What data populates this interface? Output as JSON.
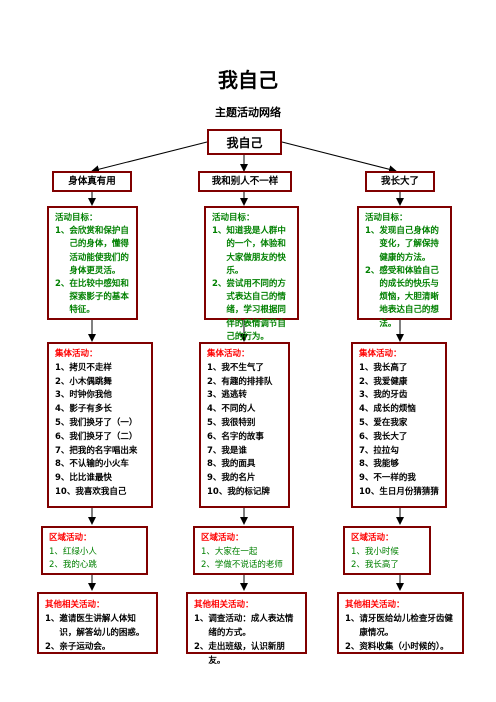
{
  "title": "我自己",
  "subtitle": "主题活动网络",
  "root": "我自己",
  "branches": [
    {
      "name": "身体真有用",
      "goals_heading": "活动目标：",
      "goals": [
        {
          "n": "1、",
          "t": "会欣赏和保护自己的身体，懂得活动能使我们的身体更灵活。"
        },
        {
          "n": "2、",
          "t": "在比较中感知和探索影子的基本特征。"
        }
      ],
      "group_heading": "集体活动：",
      "group": [
        {
          "n": "1、",
          "t": "拷贝不走样"
        },
        {
          "n": "2、",
          "t": "小木偶跳舞"
        },
        {
          "n": "3、",
          "t": "时钟你我他"
        },
        {
          "n": "4、",
          "t": "影子有多长"
        },
        {
          "n": "5、",
          "t": "我们换牙了（一）"
        },
        {
          "n": "6、",
          "t": "我们换牙了（二）"
        },
        {
          "n": "7、",
          "t": "把我的名字唱出来"
        },
        {
          "n": "8、",
          "t": "不认输的小火车"
        },
        {
          "n": "9、",
          "t": "比比谁最快"
        },
        {
          "n": "10、",
          "t": "我喜欢我自己"
        }
      ],
      "area_heading": "区域活动：",
      "area": [
        {
          "n": "1、",
          "t": "红绿小人"
        },
        {
          "n": "2、",
          "t": "我的心跳"
        }
      ],
      "other_heading": "其他相关活动：",
      "other": [
        {
          "n": "1、",
          "t": "邀请医生讲解人体知识，解答幼儿的困惑。"
        },
        {
          "n": "2、",
          "t": "亲子运动会。"
        }
      ]
    },
    {
      "name": "我和别人不一样",
      "goals_heading": "活动目标：",
      "goals": [
        {
          "n": "1、",
          "t": "知道我是人群中的一个，体验和大家做朋友的快乐。"
        },
        {
          "n": "2、",
          "t": "尝试用不同的方式表达自己的情绪，学习根据同伴的表情调节自己的行为。"
        }
      ],
      "group_heading": "集体活动：",
      "group": [
        {
          "n": "1、",
          "t": "我不生气了"
        },
        {
          "n": "2、",
          "t": "有趣的排排队"
        },
        {
          "n": "3、",
          "t": "逃逃转"
        },
        {
          "n": "4、",
          "t": "不同的人"
        },
        {
          "n": "5、",
          "t": "我很特别"
        },
        {
          "n": "6、",
          "t": "名字的故事"
        },
        {
          "n": "7、",
          "t": "我是谁"
        },
        {
          "n": "8、",
          "t": "我的面具"
        },
        {
          "n": "9、",
          "t": "我的名片"
        },
        {
          "n": "10、",
          "t": "我的标记牌"
        }
      ],
      "area_heading": "区域活动：",
      "area": [
        {
          "n": "1、",
          "t": "大家在一起"
        },
        {
          "n": "2、",
          "t": "学做不说话的老师"
        }
      ],
      "other_heading": "其他相关活动：",
      "other": [
        {
          "n": "1、",
          "t": "调查活动：成人表达情绪的方式。"
        },
        {
          "n": "2、",
          "t": "走出班级，认识新朋友。"
        }
      ]
    },
    {
      "name": "我长大了",
      "goals_heading": "活动目标：",
      "goals": [
        {
          "n": "1、",
          "t": "发现自己身体的变化，了解保持健康的方法。"
        },
        {
          "n": "2、",
          "t": "感受和体验自己的成长的快乐与烦恼，大胆清晰地表达自己的想法。"
        }
      ],
      "group_heading": "集体活动：",
      "group": [
        {
          "n": "1、",
          "t": "我长高了"
        },
        {
          "n": "2、",
          "t": "我爱健康"
        },
        {
          "n": "3、",
          "t": "我的牙齿"
        },
        {
          "n": "4、",
          "t": "成长的烦恼"
        },
        {
          "n": "5、",
          "t": "爱在我家"
        },
        {
          "n": "6、",
          "t": "我长大了"
        },
        {
          "n": "7、",
          "t": "拉拉勾"
        },
        {
          "n": "8、",
          "t": "我能够"
        },
        {
          "n": "9、",
          "t": "不一样的我"
        },
        {
          "n": "10、",
          "t": "生日月份猜猜猜"
        }
      ],
      "area_heading": "区域活动：",
      "area": [
        {
          "n": "1、",
          "t": "我小时候"
        },
        {
          "n": "2、",
          "t": "我长高了"
        }
      ],
      "other_heading": "其他相关活动：",
      "other": [
        {
          "n": "1、",
          "t": "请牙医给幼儿检查牙齿健康情况。"
        },
        {
          "n": "2、",
          "t": "资料收集（小时候的）。"
        }
      ]
    }
  ],
  "colors": {
    "border": "#800000",
    "green_text": "#008000",
    "red_heading": "#ff0000"
  }
}
